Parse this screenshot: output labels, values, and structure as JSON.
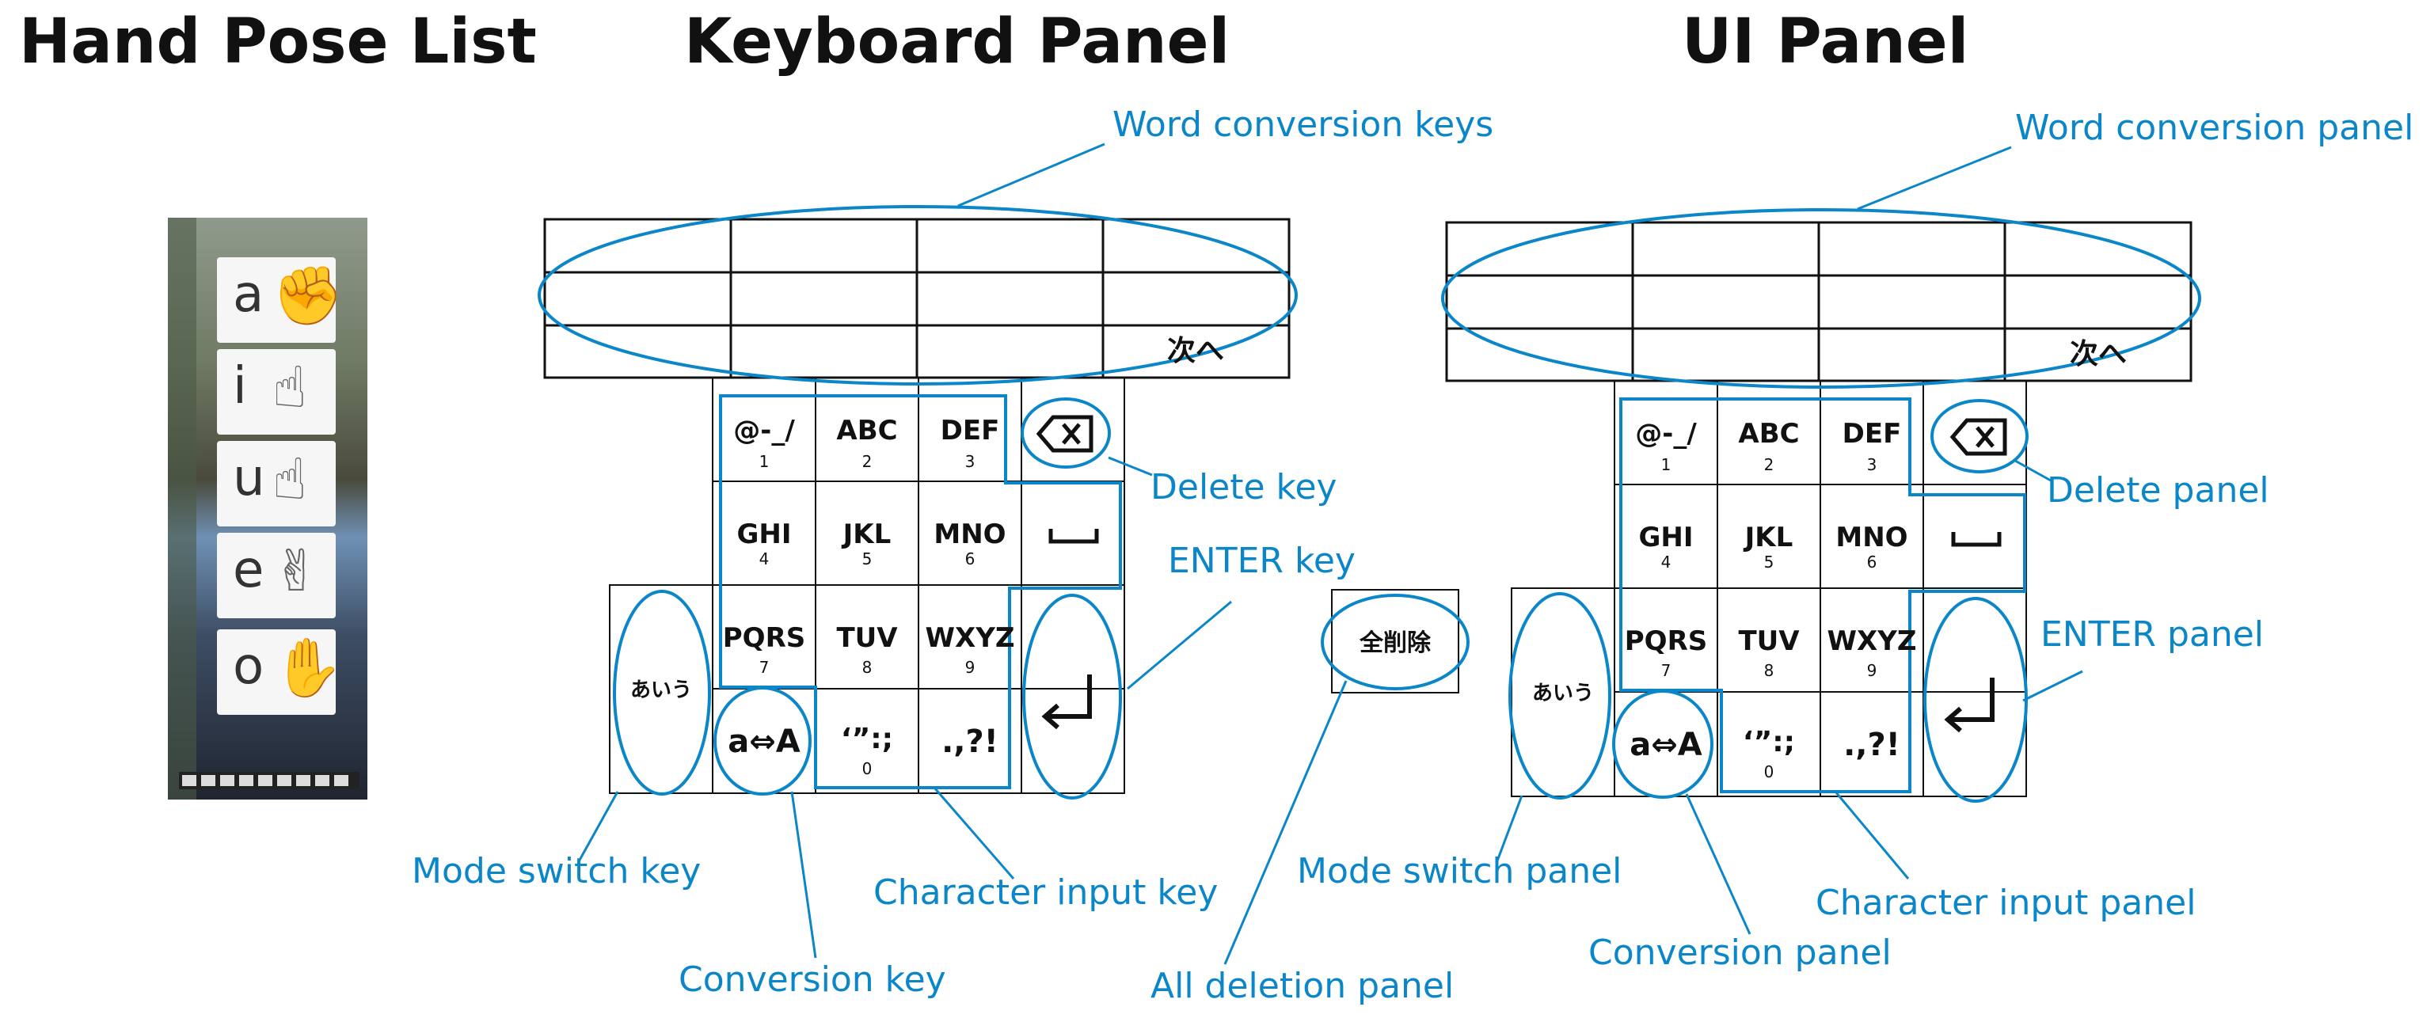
{
  "titles": {
    "hand_pose": "Hand Pose List",
    "keyboard": "Keyboard Panel",
    "ui": "UI Panel"
  },
  "hand_poses": [
    "a",
    "i",
    "u",
    "e",
    "o"
  ],
  "keys": {
    "symbols": "@-_/",
    "symbols_num": "1",
    "abc": "ABC",
    "abc_num": "2",
    "def": "DEF",
    "def_num": "3",
    "ghi": "GHI",
    "ghi_num": "4",
    "jkl": "JKL",
    "jkl_num": "5",
    "mno": "MNO",
    "mno_num": "6",
    "pqrs": "PQRS",
    "pqrs_num": "7",
    "tuv": "TUV",
    "tuv_num": "8",
    "wxyz": "WXYZ",
    "wxyz_num": "9",
    "quotes": "‘”:;",
    "quotes_num": "0",
    "punct": ".,?!",
    "mode": "あいう",
    "conversion": "a⇔A",
    "next": "次へ",
    "enter_glyph": "↵",
    "all_delete": "全削除"
  },
  "keyboard_callouts": {
    "word_conversion": "Word conversion keys",
    "delete": "Delete key",
    "enter": "ENTER key",
    "mode_switch": "Mode switch key",
    "character_input": "Character input key",
    "conversion": "Conversion key",
    "all_deletion": "All deletion panel"
  },
  "ui_callouts": {
    "word_conversion": "Word conversion panel",
    "delete": "Delete panel",
    "enter": "ENTER panel",
    "mode_switch": "Mode switch panel",
    "character_input": "Character input panel",
    "conversion": "Conversion panel"
  },
  "colors": {
    "accent": "#0b86c8",
    "line": "#111111"
  }
}
